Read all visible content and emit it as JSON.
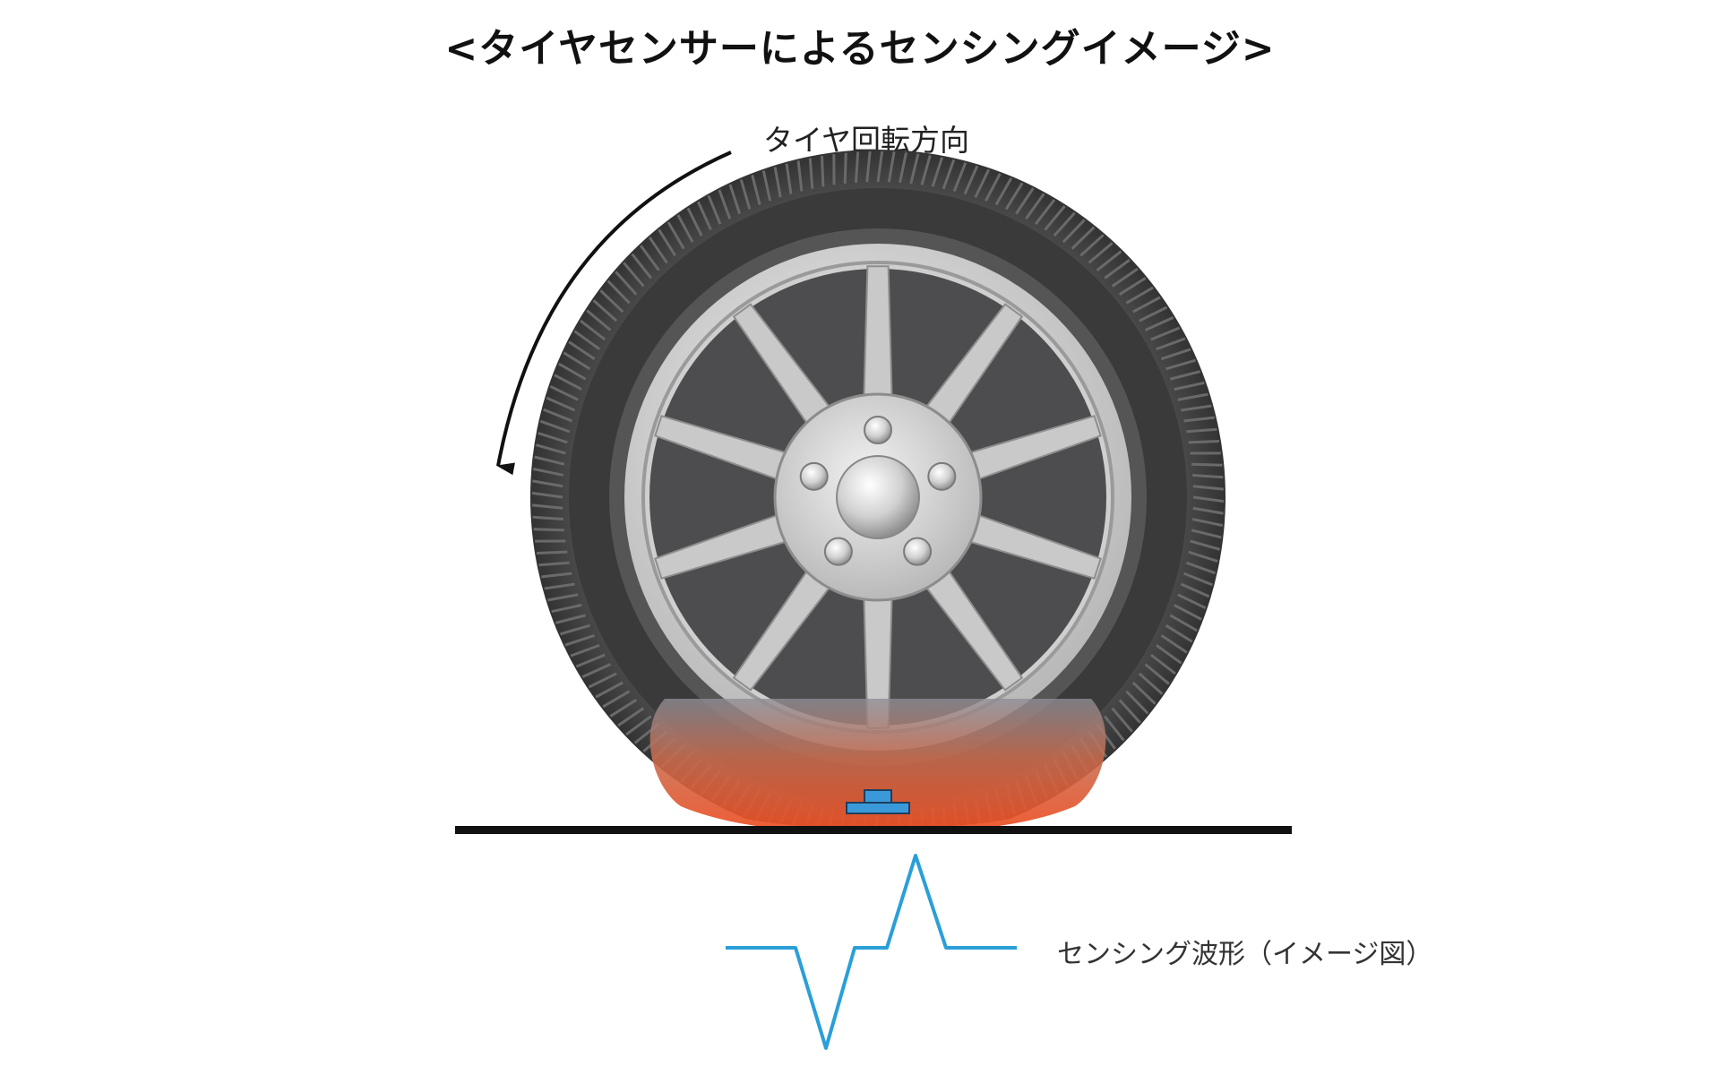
{
  "title": "<タイヤセンサーによるセンシングイメージ>",
  "rotation_label": "タイヤ回転方向",
  "waveform_label": "センシング波形（イメージ図）",
  "colors": {
    "tire": "#3c3c3c",
    "rim": "#d6d6d6",
    "contact_patch": "#e2542e",
    "sensor": "#3a9ad9",
    "waveform": "#2a9fd8",
    "ground": "#111111"
  },
  "icons": [
    "tire-wheel-icon",
    "rotation-arrow-icon",
    "sensor-icon",
    "waveform-icon"
  ]
}
